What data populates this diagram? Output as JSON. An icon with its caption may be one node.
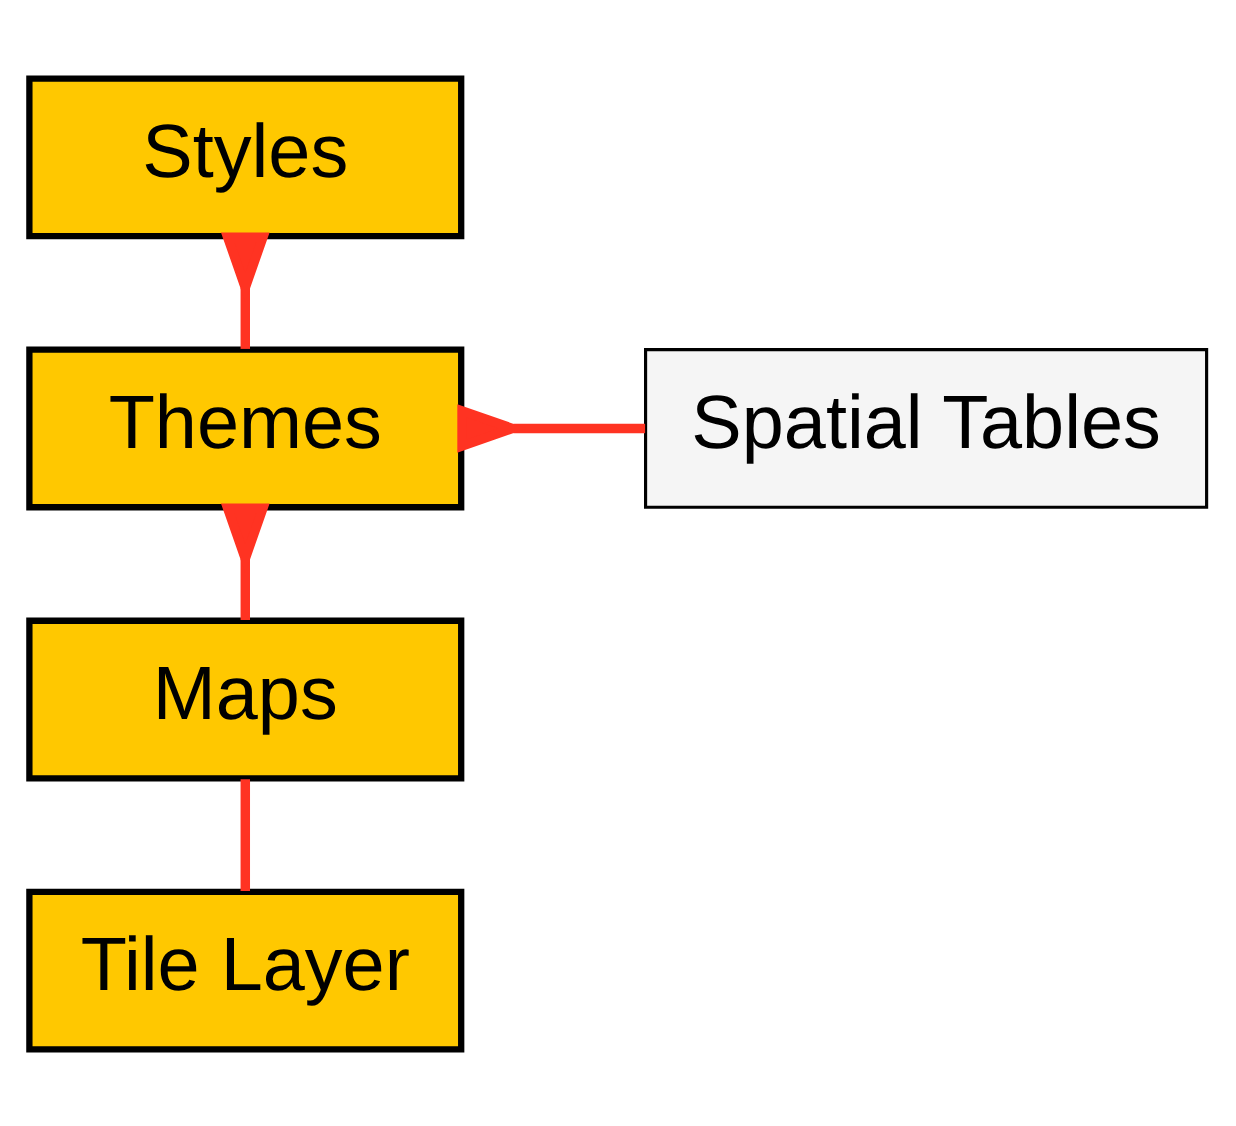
{
  "diagram": {
    "nodes": [
      {
        "text": [
          "Styles"
        ]
      },
      {
        "text": [
          "Themes"
        ]
      },
      {
        "text": [
          "Maps"
        ]
      },
      {
        "text": [
          "Spatial Tables"
        ]
      },
      {
        "text": [
          "Tile Layer"
        ]
      }
    ],
    "edges": [
      {
        "from": 0,
        "to": 1,
        "arrow": "other"
      },
      {
        "from": 1,
        "to": 2,
        "arrow": "other"
      },
      {
        "from": 1,
        "to": 3,
        "arrow": "other"
      },
      {
        "from": 2,
        "to": 4,
        "arrow": "none"
      }
    ]
  }
}
